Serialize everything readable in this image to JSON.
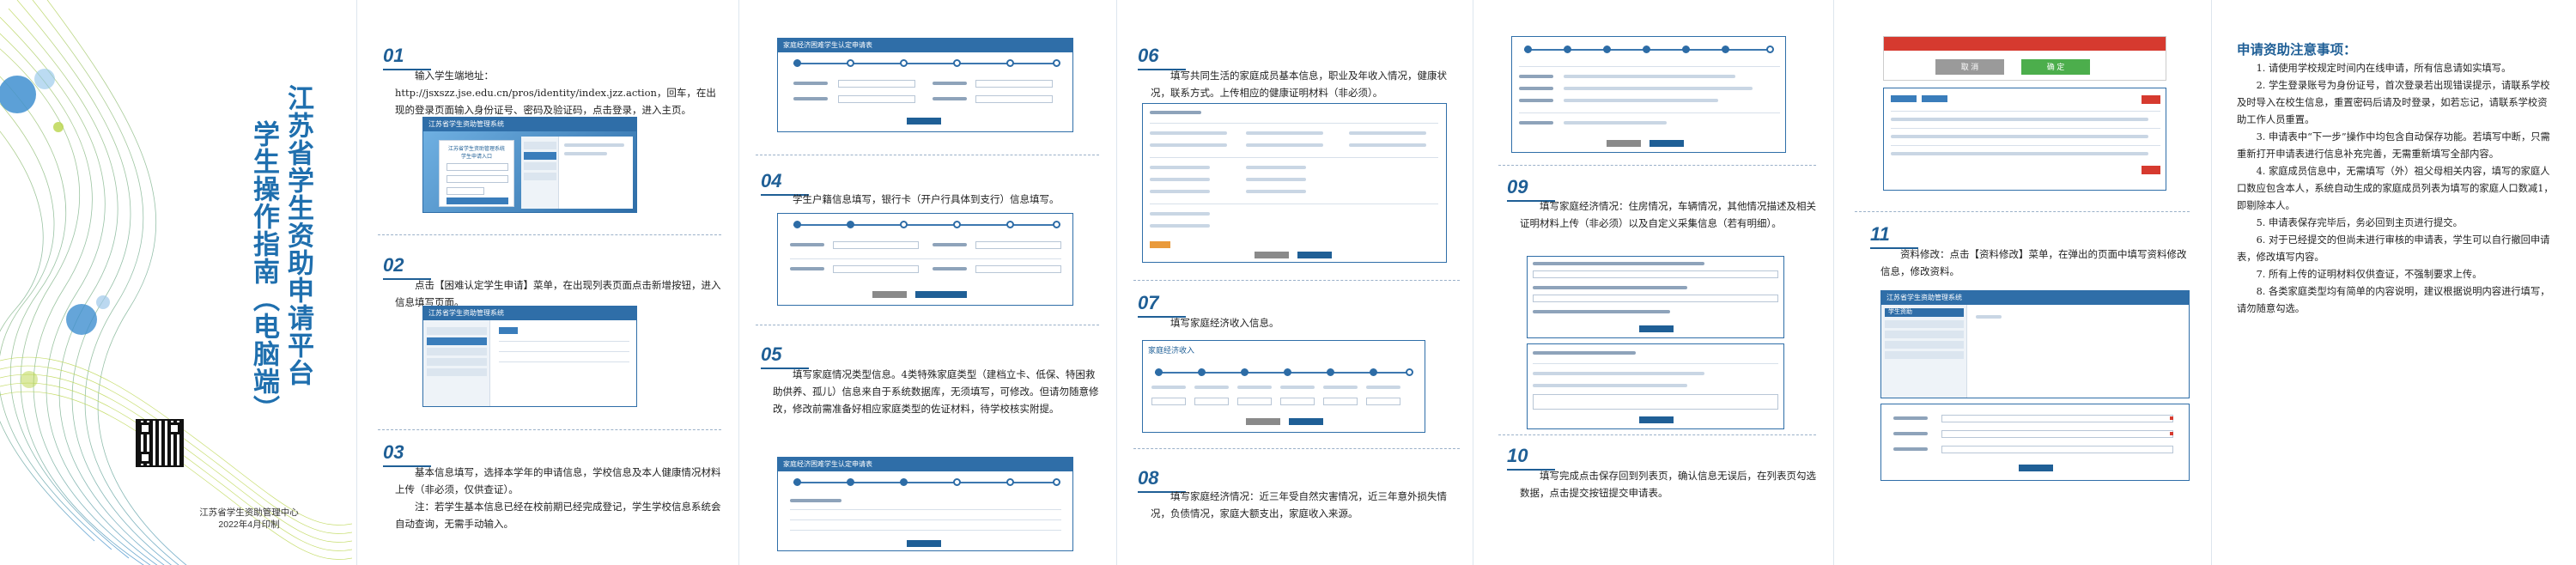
{
  "cover": {
    "title_line1": "江苏省学生资助申请平台",
    "title_line2": "学生操作指南（电脑端）",
    "org_name": "江苏省学生资助管理中心",
    "org_date": "2022年4月印制",
    "colors": {
      "blue": "#1f6fae",
      "green": "#b9d54a",
      "accent": "#3f8fd0"
    }
  },
  "steps": [
    {
      "num": "01",
      "text": "输入学生端地址：http://jsxszz.jse.edu.cn/pros/identity/index.jzz.action，回车，在出现的登录页面输入身份证号、密码及验证码，点击登录，进入主页。"
    },
    {
      "num": "02",
      "text": "点击【困难认定学生申请】菜单，在出现列表页面点击新增按钮，进入信息填写页面。"
    },
    {
      "num": "03",
      "text": "基本信息填写，选择本学年的申请信息，学校信息及本人健康情况材料上传（非必须，仅供查证）。",
      "note": "注：若学生基本信息已经在校前期已经完成登记，学生学校信息系统会自动查询，无需手动输入。"
    },
    {
      "num": "04",
      "text": "学生户籍信息填写，银行卡（开户行具体到支行）信息填写。"
    },
    {
      "num": "05",
      "text": "填写家庭情况类型信息。4类特殊家庭类型（建档立卡、低保、特困救助供养、孤儿）信息来自于系统数据库，无须填写，可修改。但请勿随意修改，修改前需准备好相应家庭类型的佐证材料，待学校核实附提。"
    },
    {
      "num": "06",
      "text": "填写共同生活的家庭成员基本信息，职业及年收入情况，健康状况，联系方式。上传相应的健康证明材料（非必须）。"
    },
    {
      "num": "07",
      "text": "填写家庭经济收入信息。"
    },
    {
      "num": "08",
      "text": "填写家庭经济情况：近三年受自然灾害情况，近三年意外损失情况，负债情况，家庭大额支出，家庭收入来源。"
    },
    {
      "num": "09",
      "text": "填写家庭经济情况：住房情况，车辆情况，其他情况描述及相关证明材料上传（非必须）以及自定义采集信息（若有明细）。"
    },
    {
      "num": "10",
      "text": "填写完成点击保存回到列表页，确认信息无误后，在列表页勾选数据，点击提交按钮提交申请表。"
    },
    {
      "num": "11",
      "text": "资料修改：点击【资料修改】菜单，在弹出的页面中填写资料修改信息，修改资料。"
    }
  ],
  "screens": {
    "login_header": "江苏省学生资助管理系统",
    "login_form_title": "江苏省学生资助管理系统",
    "login_form_subtitle": "学生申请入口",
    "system_header": "江苏省学生资助管理系统",
    "form_header": "家庭经济困难学生认定申请表",
    "steps_header": "家庭经济困难学生认定申请表",
    "income_header": "家庭经济收入",
    "modify_header": "江苏省学生资助管理系统",
    "modify_tab": "学生资助",
    "grey_button": "取 消",
    "green_button": "确 定"
  },
  "notes": {
    "title": "申请资助注意事项：",
    "items": [
      "1. 请使用学校规定时间内在线申请，所有信息请如实填写。",
      "2. 学生登录账号为身份证号，首次登录若出现错误提示，请联系学校及时导入在校生信息，重置密码后请及时登录，如若忘记，请联系学校资助工作人员重置。",
      "3. 申请表中“下一步”操作中均包含自动保存功能。若填写中断，只需重新打开申请表进行信息补充完善，无需重新填写全部内容。",
      "4. 家庭成员信息中，无需填写（外）祖父母相关内容，填写的家庭人口数应包含本人，系统自动生成的家庭成员列表为填写的家庭人口数减1，即剔除本人。",
      "5. 申请表保存完毕后，务必回到主页进行提交。",
      "6. 对于已经提交的但尚未进行审核的申请表，学生可以自行撤回申请表，修改填写内容。",
      "7. 所有上传的证明材料仅供查证，不强制要求上传。",
      "8. 各类家庭类型均有简单的内容说明，建议根据说明内容进行填写，请勿随意勾选。"
    ]
  }
}
